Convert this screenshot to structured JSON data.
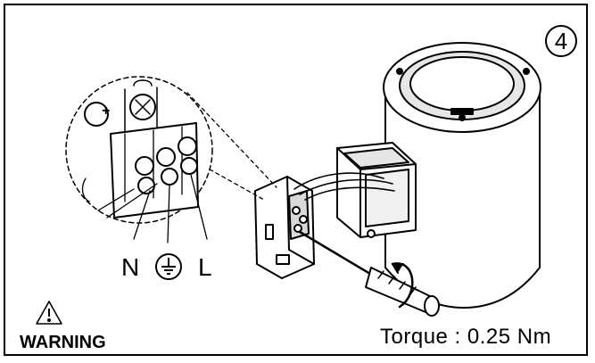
{
  "step": {
    "number": "4"
  },
  "terminals": {
    "neutral_label": "N",
    "live_label": "L",
    "ground_icon": "earth-ground-icon"
  },
  "icons": {
    "polarity_plus": "+",
    "warning_icon": "warning-triangle-icon"
  },
  "warning": {
    "label": "WARNING"
  },
  "torque": {
    "text": "Torque : 0.25 Nm"
  },
  "colors": {
    "line": "#000000",
    "background": "#ffffff",
    "shade": "#d9d9d9"
  }
}
